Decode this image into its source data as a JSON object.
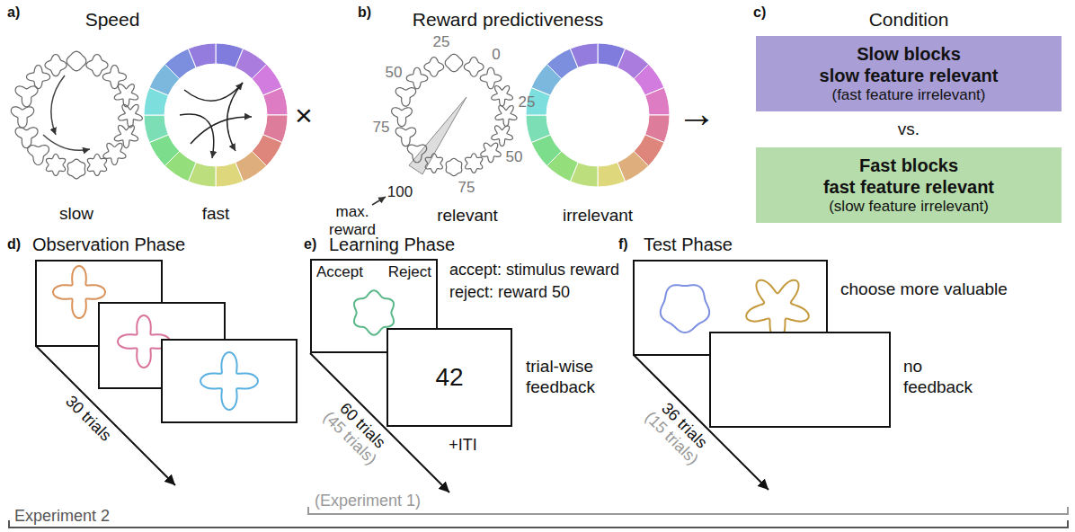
{
  "diagram": {
    "nodes": [
      {
        "text": [
          "Slow blocks",
          "slow feature relevant",
          "(fast feature irrelevant)"
        ]
      },
      {
        "text": [
          "Fast blocks",
          "fast feature relevant",
          "(slow feature irrelevant)"
        ]
      },
      {
        "text": [
          "Accept",
          "Reject"
        ]
      },
      {
        "text": [
          "42"
        ]
      }
    ],
    "labels": [
      "a)",
      "Speed",
      "slow",
      "fast",
      "×",
      "b)",
      "Reward predictiveness",
      "50",
      "25",
      "0",
      "25",
      "75",
      "50",
      "75",
      "100",
      "max. reward",
      "relevant",
      "irrelevant",
      "→",
      "c)",
      "Condition",
      "vs.",
      "d)",
      "Observation Phase",
      "30 trials",
      "e)",
      "Learning Phase",
      "accept: stimulus reward",
      "reject: reward 50",
      "trial-wise feedback",
      "60 trials",
      "(45 trials)",
      "+ITI",
      "f)",
      "Test Phase",
      "choose more valuable",
      "no feedback",
      "36 trials",
      "(15 trials)",
      "(Experiment 1)",
      "Experiment 2"
    ]
  }
}
